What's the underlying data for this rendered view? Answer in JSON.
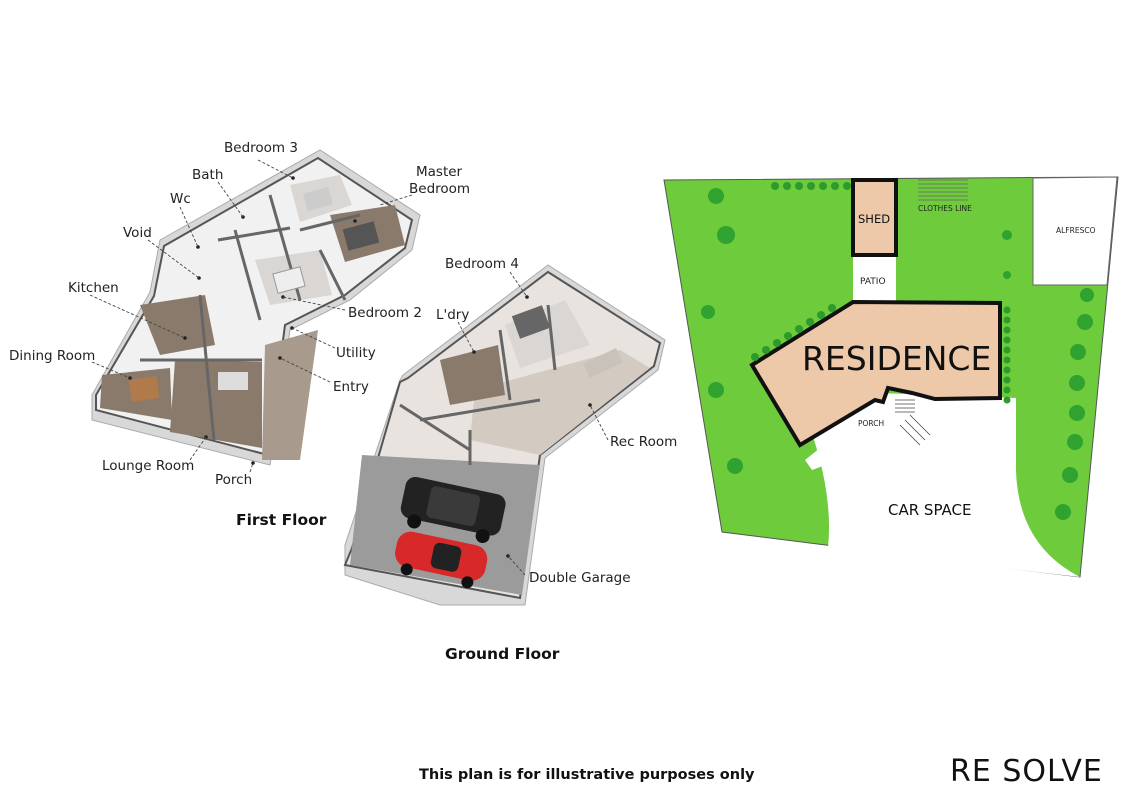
{
  "first_floor": {
    "title": "First Floor",
    "labels": {
      "bedroom3": "Bedroom 3",
      "bath": "Bath",
      "master1": "Master",
      "master2": "Bedroom",
      "wc": "Wc",
      "void": "Void",
      "kitchen": "Kitchen",
      "dining": "Dining Room",
      "bedroom2": "Bedroom 2",
      "utility": "Utility",
      "entry": "Entry",
      "lounge": "Lounge Room",
      "porch": "Porch"
    }
  },
  "ground_floor": {
    "title": "Ground Floor",
    "labels": {
      "bedroom4": "Bedroom 4",
      "ldry": "L'dry",
      "rec": "Rec Room",
      "garage": "Double Garage"
    }
  },
  "site_plan": {
    "residence": "RESIDENCE",
    "shed": "SHED",
    "patio": "PATIO",
    "clothes_line": "CLOTHES LINE",
    "alfresco": "ALFRESCO",
    "porch": "PORCH",
    "car_space": "CAR SPACE"
  },
  "colors": {
    "lawn": "#6ecb3c",
    "residence": "#eec9a9",
    "floor_dark": "#8a7a6c",
    "garage_floor": "#9b9b9b"
  },
  "footer": {
    "disclaimer": "This plan is for illustrative purposes only",
    "logo": "RE SOLVE"
  }
}
